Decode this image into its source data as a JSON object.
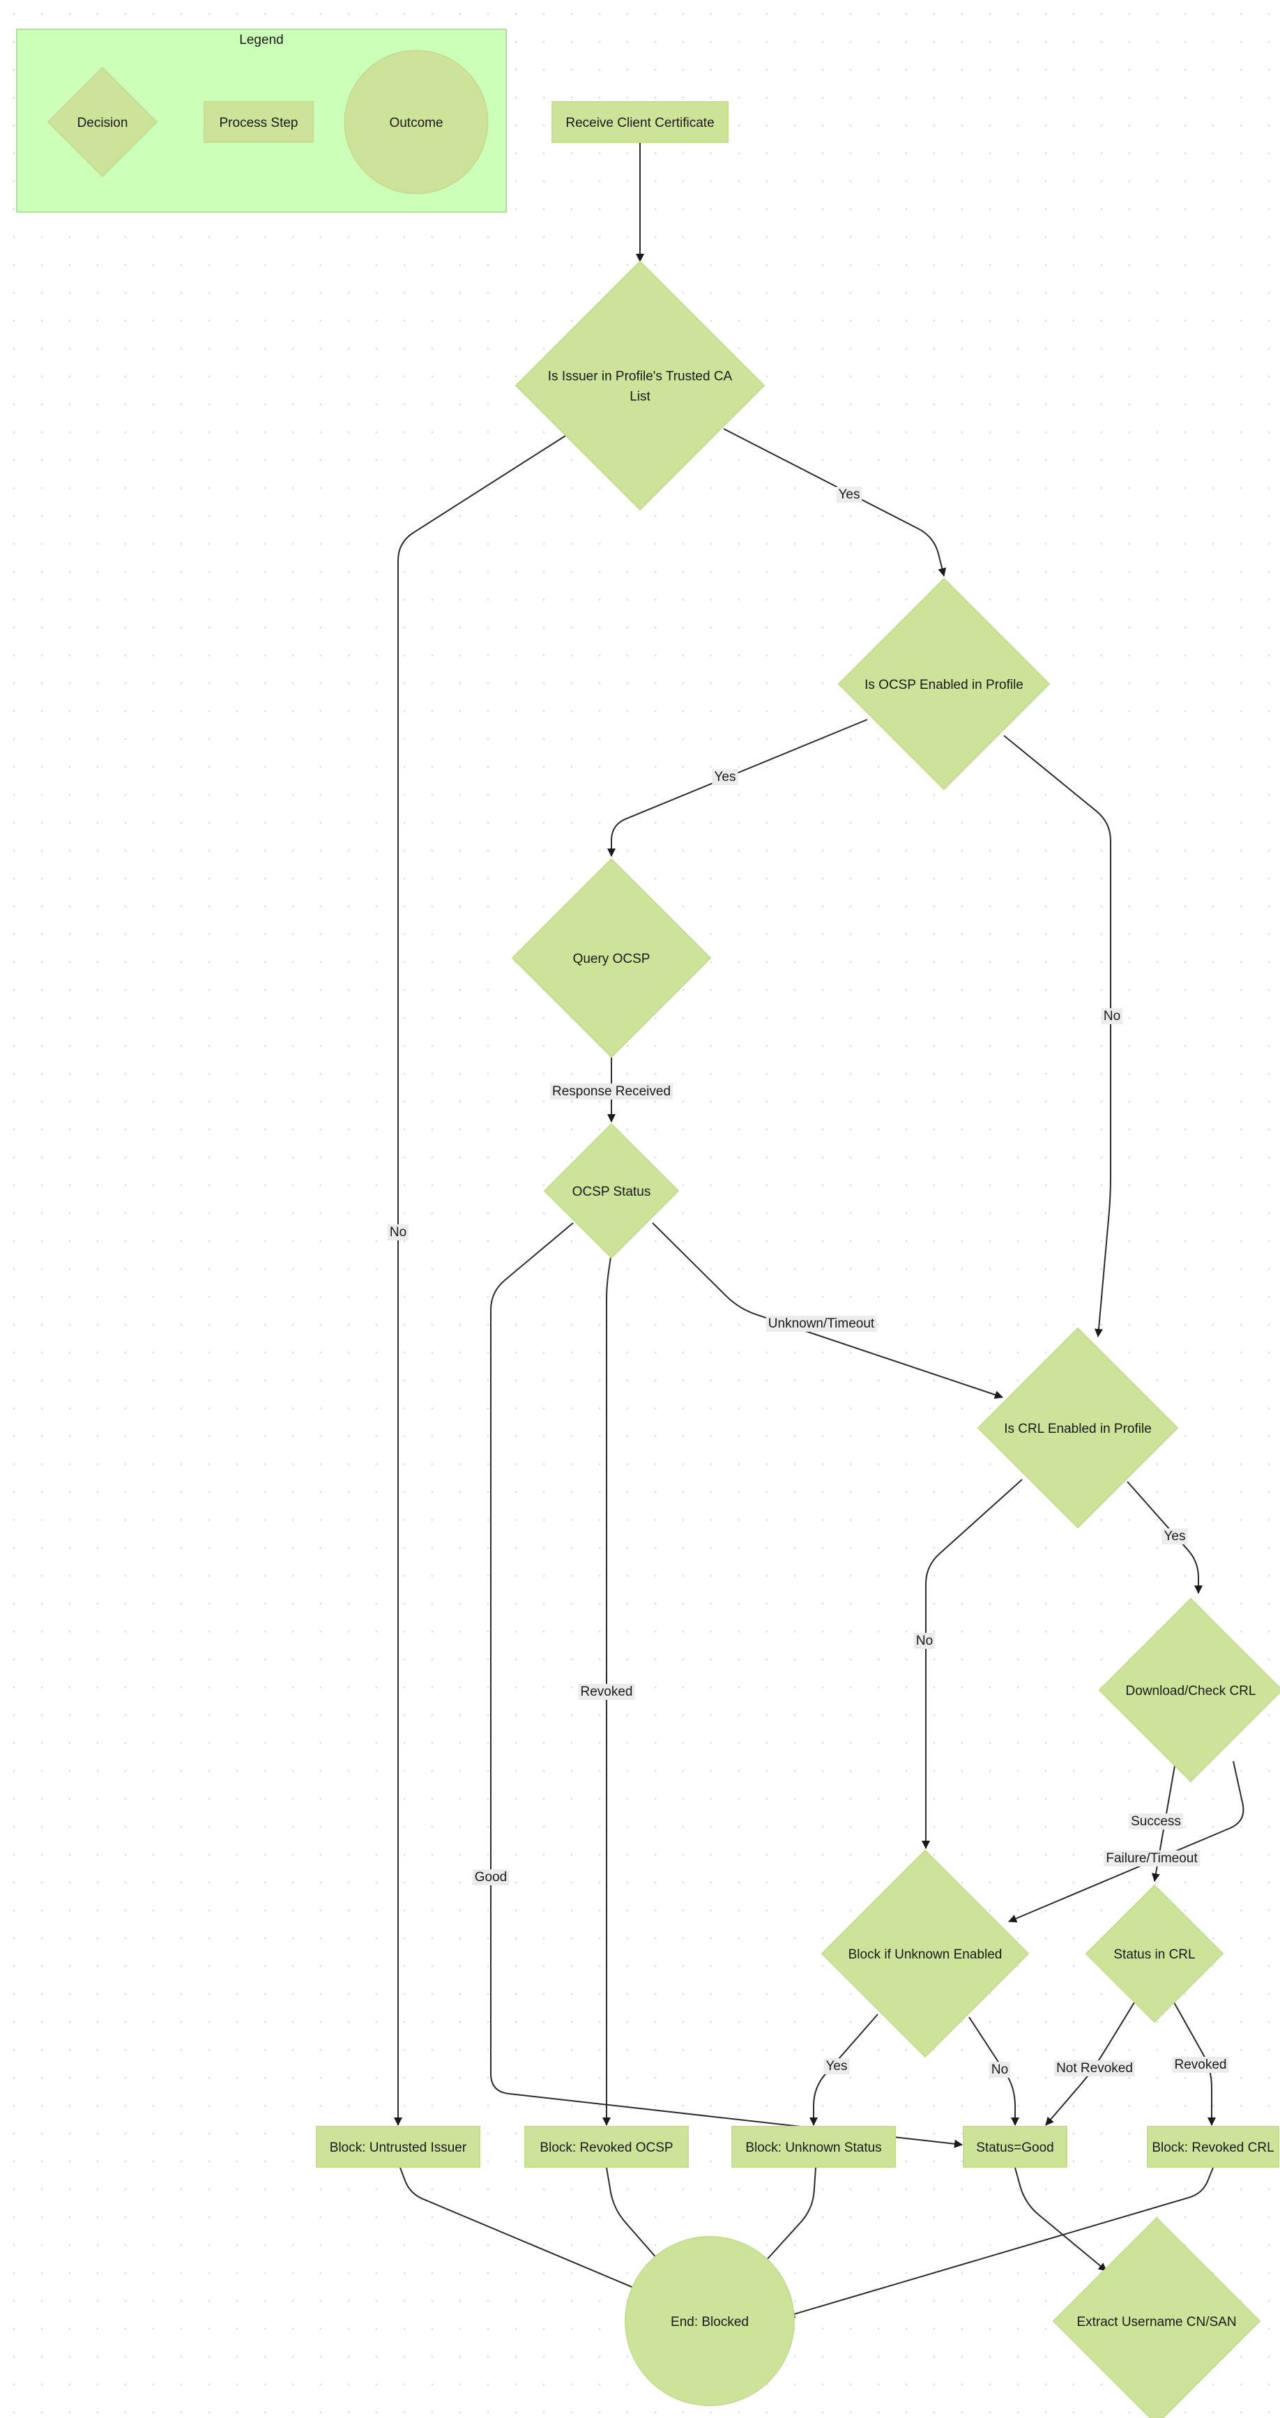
{
  "colors": {
    "node_fill": "#cde399",
    "node_stroke": "#c6dc93",
    "legend_fill": "#ccffb8",
    "legend_stroke": "#b3e0a0",
    "edge": "#2b2b2b",
    "label_bg": "#ececec",
    "grid_dot": "#e3e3e3"
  },
  "legend": {
    "title": "Legend",
    "items": [
      {
        "id": "legend-decision",
        "kind": "diamond",
        "label": "Decision"
      },
      {
        "id": "legend-process",
        "kind": "rect",
        "label": "Process Step"
      },
      {
        "id": "legend-outcome",
        "kind": "circle",
        "label": "Outcome"
      }
    ]
  },
  "nodes": [
    {
      "id": "receive-cert",
      "kind": "rect",
      "lines": [
        "Receive Client Certificate"
      ]
    },
    {
      "id": "trusted-ca",
      "kind": "diamond",
      "lines": [
        "Is Issuer in Profile's Trusted CA",
        "List"
      ]
    },
    {
      "id": "ocsp-enabled",
      "kind": "diamond",
      "lines": [
        "Is OCSP Enabled in Profile"
      ]
    },
    {
      "id": "query-ocsp",
      "kind": "diamond",
      "lines": [
        "Query OCSP"
      ]
    },
    {
      "id": "ocsp-status",
      "kind": "diamond",
      "lines": [
        "OCSP Status"
      ]
    },
    {
      "id": "crl-enabled",
      "kind": "diamond",
      "lines": [
        "Is CRL Enabled in Profile"
      ]
    },
    {
      "id": "download-crl",
      "kind": "diamond",
      "lines": [
        "Download/Check CRL"
      ]
    },
    {
      "id": "block-if-unknown",
      "kind": "diamond",
      "lines": [
        "Block if Unknown Enabled"
      ]
    },
    {
      "id": "status-in-crl",
      "kind": "diamond",
      "lines": [
        "Status in CRL"
      ]
    },
    {
      "id": "block-untrusted",
      "kind": "rect",
      "lines": [
        "Block: Untrusted Issuer"
      ]
    },
    {
      "id": "block-revoked-ocsp",
      "kind": "rect",
      "lines": [
        "Block: Revoked OCSP"
      ]
    },
    {
      "id": "block-unknown-status",
      "kind": "rect",
      "lines": [
        "Block: Unknown Status"
      ]
    },
    {
      "id": "status-good",
      "kind": "rect",
      "lines": [
        "Status=Good"
      ]
    },
    {
      "id": "block-revoked-crl",
      "kind": "rect",
      "lines": [
        "Block: Revoked CRL"
      ]
    },
    {
      "id": "end-blocked",
      "kind": "circle",
      "lines": [
        "End: Blocked"
      ]
    },
    {
      "id": "extract-username",
      "kind": "diamond",
      "lines": [
        "Extract Username CN/SAN"
      ]
    }
  ],
  "edges": [
    {
      "id": "receive-to-trusted",
      "from": "receive-cert",
      "to": "trusted-ca",
      "label": ""
    },
    {
      "id": "trusted-yes",
      "from": "trusted-ca",
      "to": "ocsp-enabled",
      "label": "Yes"
    },
    {
      "id": "trusted-no",
      "from": "trusted-ca",
      "to": "block-untrusted",
      "label": "No"
    },
    {
      "id": "ocsp-yes",
      "from": "ocsp-enabled",
      "to": "query-ocsp",
      "label": "Yes"
    },
    {
      "id": "ocsp-no",
      "from": "ocsp-enabled",
      "to": "crl-enabled",
      "label": "No"
    },
    {
      "id": "query-response",
      "from": "query-ocsp",
      "to": "ocsp-status",
      "label": "Response Received"
    },
    {
      "id": "status-good-edge",
      "from": "ocsp-status",
      "to": "status-good",
      "label": "Good"
    },
    {
      "id": "status-revoked-edge",
      "from": "ocsp-status",
      "to": "block-revoked-ocsp",
      "label": "Revoked"
    },
    {
      "id": "status-unknown-edge",
      "from": "ocsp-status",
      "to": "crl-enabled",
      "label": "Unknown/Timeout"
    },
    {
      "id": "crl-no",
      "from": "crl-enabled",
      "to": "block-if-unknown",
      "label": "No"
    },
    {
      "id": "crl-yes",
      "from": "crl-enabled",
      "to": "download-crl",
      "label": "Yes"
    },
    {
      "id": "download-success",
      "from": "download-crl",
      "to": "status-in-crl",
      "label": "Success"
    },
    {
      "id": "download-failure",
      "from": "download-crl",
      "to": "block-if-unknown",
      "label": "Failure/Timeout"
    },
    {
      "id": "unknown-yes",
      "from": "block-if-unknown",
      "to": "block-unknown-status",
      "label": "Yes"
    },
    {
      "id": "unknown-no",
      "from": "block-if-unknown",
      "to": "status-good",
      "label": "No"
    },
    {
      "id": "crl-not-revoked",
      "from": "status-in-crl",
      "to": "status-good",
      "label": "Not Revoked"
    },
    {
      "id": "crl-revoked",
      "from": "status-in-crl",
      "to": "block-revoked-crl",
      "label": "Revoked"
    },
    {
      "id": "untrusted-to-end",
      "from": "block-untrusted",
      "to": "end-blocked",
      "label": ""
    },
    {
      "id": "revoked-ocsp-to-end",
      "from": "block-revoked-ocsp",
      "to": "end-blocked",
      "label": ""
    },
    {
      "id": "unknown-status-to-end",
      "from": "block-unknown-status",
      "to": "end-blocked",
      "label": ""
    },
    {
      "id": "revoked-crl-to-end",
      "from": "block-revoked-crl",
      "to": "end-blocked",
      "label": ""
    },
    {
      "id": "good-to-extract",
      "from": "status-good",
      "to": "extract-username",
      "label": ""
    }
  ]
}
